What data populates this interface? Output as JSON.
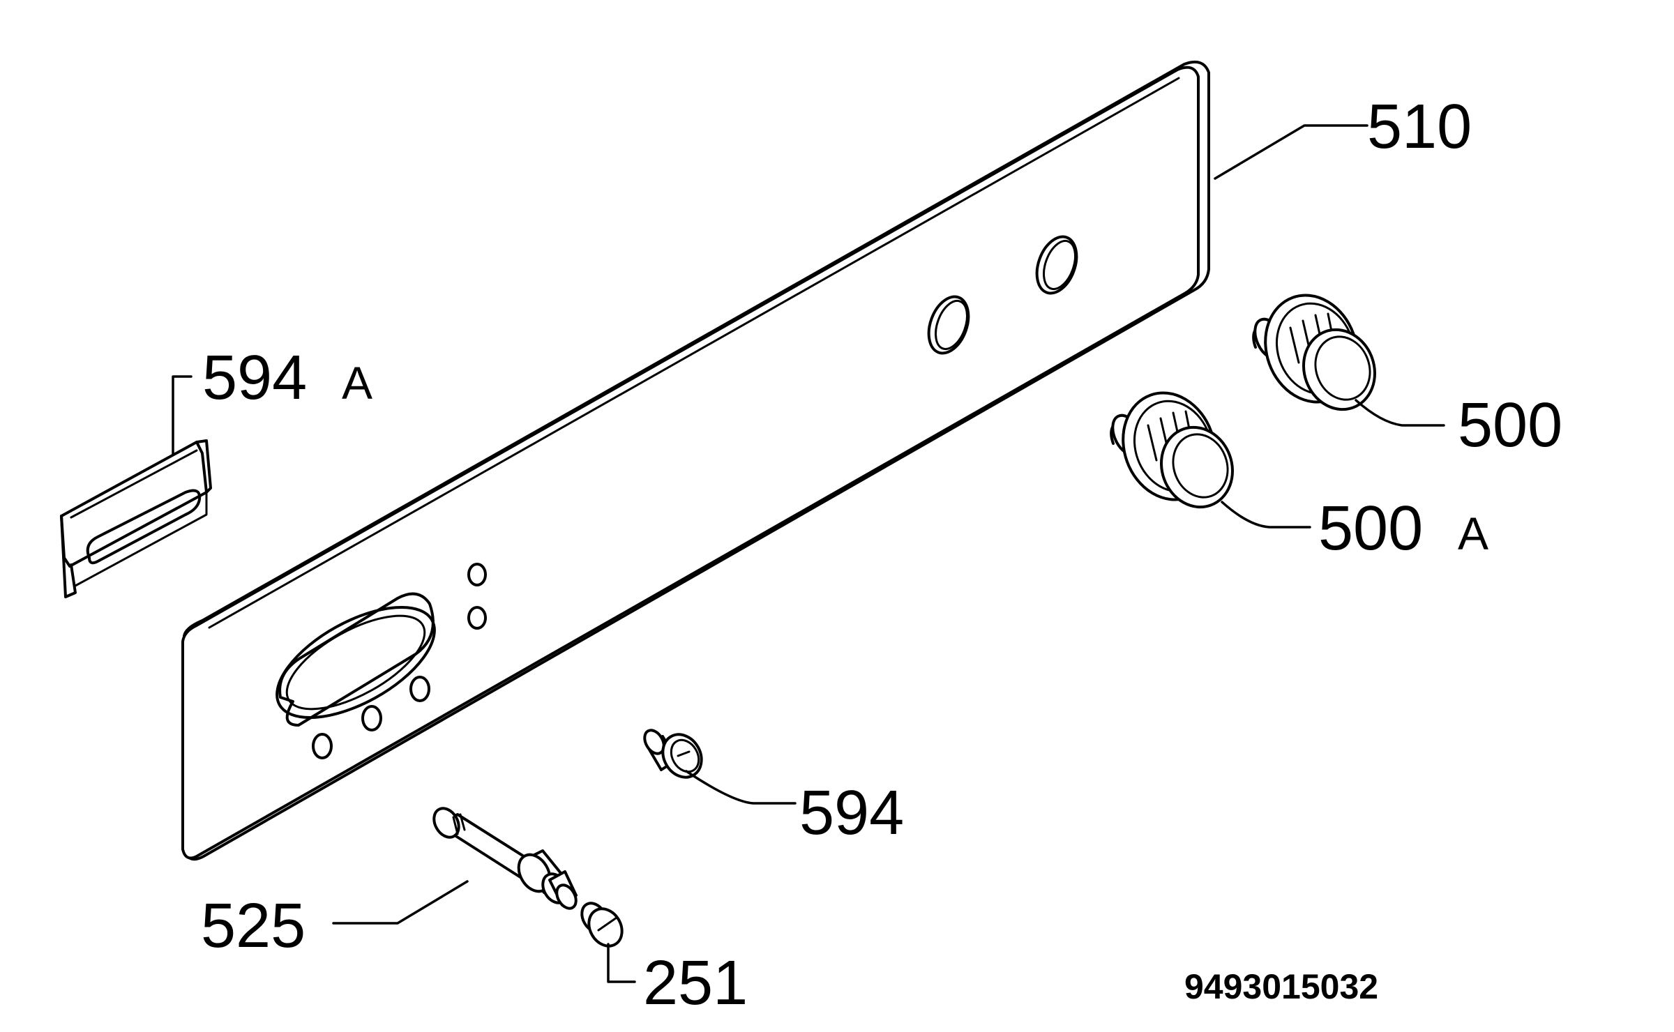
{
  "parts": {
    "panel": {
      "number": "510"
    },
    "knob": {
      "number": "500"
    },
    "knob_alt": {
      "number": "500",
      "suffix": "A"
    },
    "bracket": {
      "number": "594",
      "suffix": "A"
    },
    "button": {
      "number": "594"
    },
    "shaft": {
      "number": "525"
    },
    "spring": {
      "number": "251"
    }
  },
  "diagram_code": "9493015032"
}
